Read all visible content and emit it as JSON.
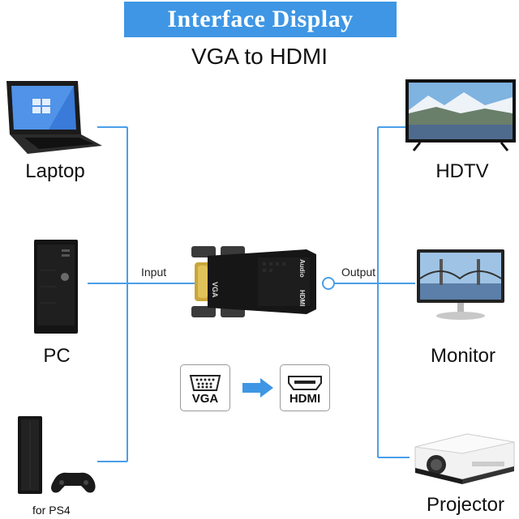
{
  "header": {
    "banner": "Interface Display",
    "subtitle": "VGA to HDMI"
  },
  "inputs": {
    "laptop": "Laptop",
    "pc": "PC",
    "ps4": "for PS4"
  },
  "outputs": {
    "hdtv": "HDTV",
    "monitor": "Monitor",
    "projector": "Projector"
  },
  "adapter": {
    "input_label": "Input",
    "output_label": "Output",
    "vga_side_text": "VGA",
    "audio_text": "Audio",
    "hdmi_side_text": "HDMI"
  },
  "ports": {
    "from": "VGA",
    "to": "HDMI"
  },
  "colors": {
    "accent": "#3e96e4",
    "line": "#4a9ee8",
    "adapter": "#161616"
  }
}
